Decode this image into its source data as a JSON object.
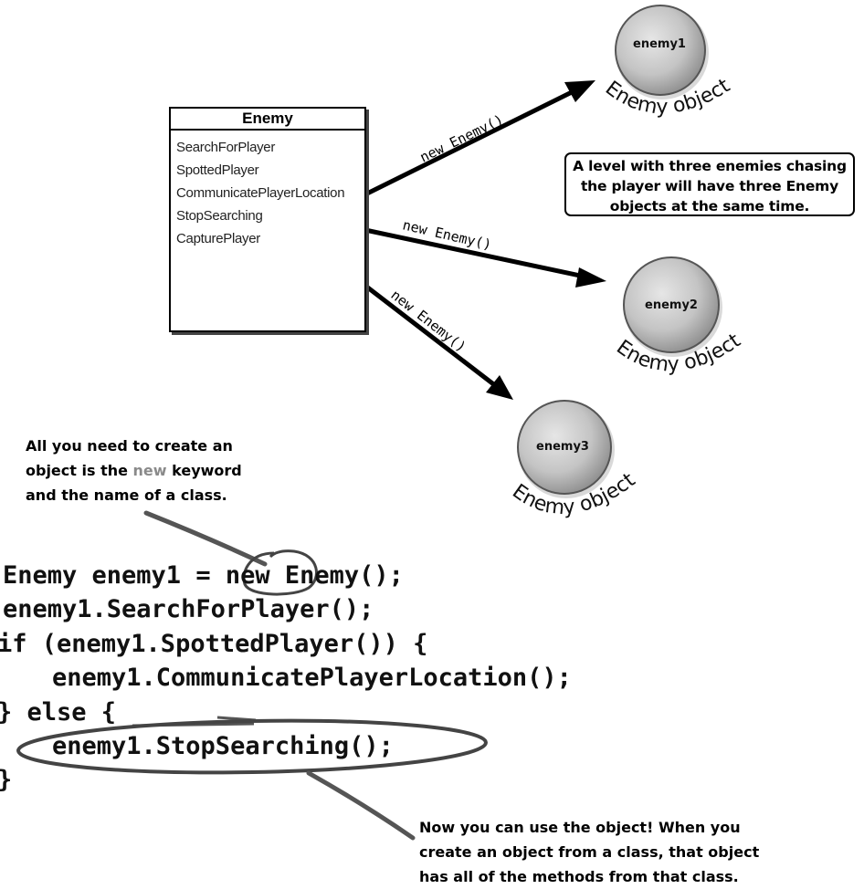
{
  "class_box": {
    "title": "Enemy",
    "methods": [
      "SearchForPlayer",
      "SpottedPlayer",
      "CommunicatePlayerLocation",
      "StopSearching",
      "CapturePlayer"
    ]
  },
  "arrows": [
    {
      "label": "new Enemy()"
    },
    {
      "label": "new Enemy()"
    },
    {
      "label": "new Enemy()"
    }
  ],
  "objects": [
    {
      "name": "enemy1",
      "caption": "Enemy object"
    },
    {
      "name": "enemy2",
      "caption": "Enemy object"
    },
    {
      "name": "enemy3",
      "caption": "Enemy object"
    }
  ],
  "callout": {
    "lines": [
      "A level with three enemies chasing",
      "the player will have three Enemy",
      "objects at the same time."
    ]
  },
  "note_top": {
    "line1": "All you need to create an",
    "line2_before": "object is the ",
    "line2_keyword": "new",
    "line2_after": " keyword",
    "line3": "and the name of a class."
  },
  "code_lines": [
    "Enemy enemy1 = new Enemy();",
    "enemy1.SearchForPlayer();",
    "if (enemy1.SpottedPlayer()) {",
    "enemy1.CommunicatePlayerLocation();",
    "} else {",
    "enemy1.StopSearching();",
    "}"
  ],
  "note_bottom": {
    "lines": [
      "Now you can use the object! When you",
      "create an object from a class, that object",
      "has all of the methods from that class."
    ]
  },
  "colors": {
    "sphere_light": "#dcdcdc",
    "sphere_dark": "#8f8f8f",
    "keyword_gray": "#8a8a8a",
    "pointer_gray": "#555555"
  }
}
